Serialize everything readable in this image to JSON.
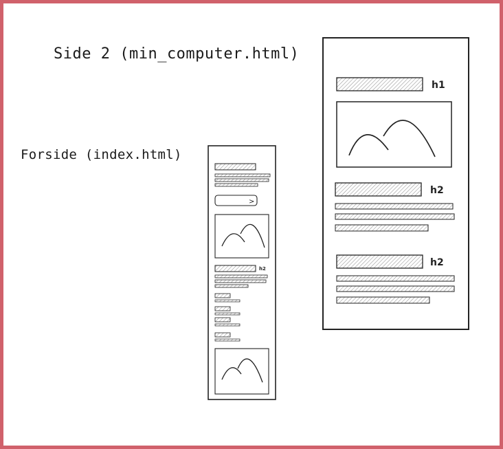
{
  "labels": {
    "side2_title": "Side 2 (min_computer.html)",
    "forside_title": "Forside (index.html)"
  },
  "desktop": {
    "h1": "h1",
    "h2_first": "h2",
    "h2_second": "h2"
  },
  "mobile": {
    "h2": "h2",
    "button_chevron": ">"
  },
  "colors": {
    "frame": "#d0616b",
    "ink": "#222222",
    "hatch": "#9a9a9a"
  }
}
